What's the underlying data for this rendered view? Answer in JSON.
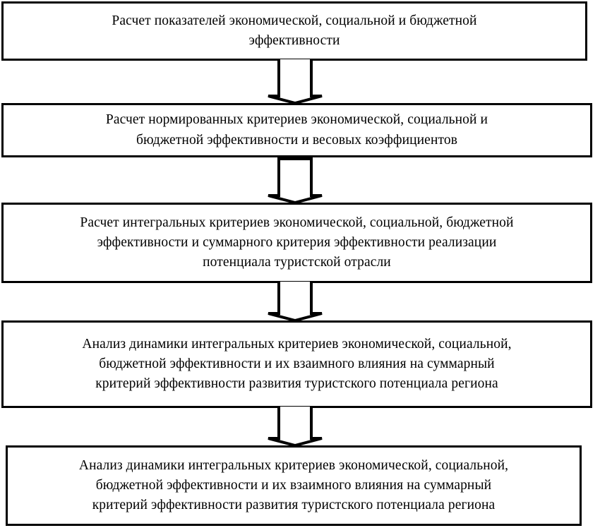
{
  "diagram": {
    "type": "flowchart-vertical",
    "orientation": "top-to-bottom",
    "node_count": 5,
    "connector_count": 4,
    "colors": {
      "stroke": "#000000",
      "fill": "#ffffff",
      "text": "#000000"
    },
    "nodes": [
      {
        "id": "step-1",
        "order": 1,
        "text": "Расчет показателей экономической, социальной и бюджетной\nэффективности"
      },
      {
        "id": "step-2",
        "order": 2,
        "text": "Расчет нормированных критериев  экономической, социальной и\nбюджетной эффективности и весовых коэффициентов"
      },
      {
        "id": "step-3",
        "order": 3,
        "text": "Расчет интегральных критериев  экономической, социальной, бюджетной\nэффективности и суммарного критерия эффективности реализации\nпотенциала туристской отрасли"
      },
      {
        "id": "step-4",
        "order": 4,
        "text": "Анализ динамики интегральных критериев  экономической, социальной,\nбюджетной эффективности и их взаимного влияния на суммарный\nкритерий эффективности развития туристского потенциала региона"
      },
      {
        "id": "step-5",
        "order": 5,
        "text": "Анализ динамики интегральных критериев  экономической, социальной,\nбюджетной эффективности и их взаимного влияния на суммарный\nкритерий эффективности развития туристского потенциала региона"
      }
    ],
    "connectors": [
      {
        "id": "connector-1",
        "from": "step-1",
        "to": "step-2",
        "shape": "hollow-down-arrow"
      },
      {
        "id": "connector-2",
        "from": "step-2",
        "to": "step-3",
        "shape": "hollow-down-arrow"
      },
      {
        "id": "connector-3",
        "from": "step-3",
        "to": "step-4",
        "shape": "hollow-down-arrow"
      },
      {
        "id": "connector-4",
        "from": "step-4",
        "to": "step-5",
        "shape": "hollow-down-arrow"
      }
    ]
  }
}
